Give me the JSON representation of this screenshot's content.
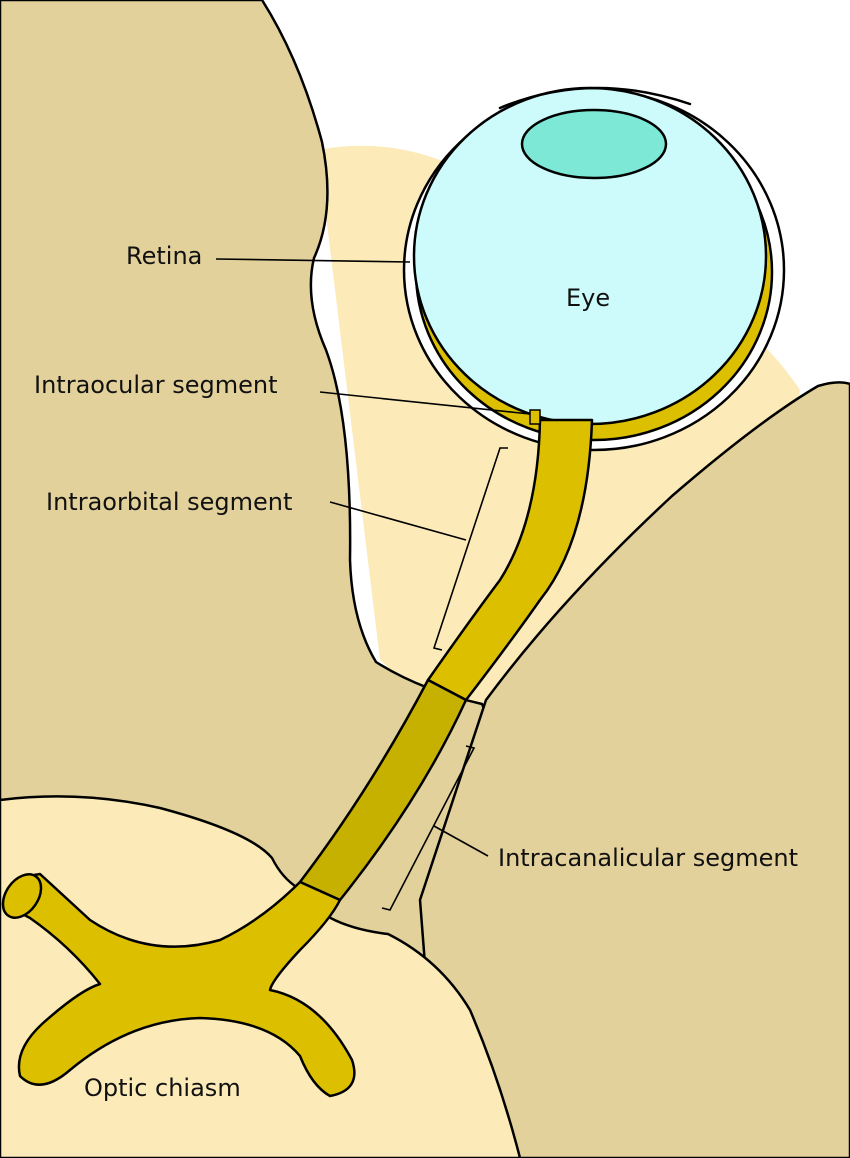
{
  "labels": {
    "retina": "Retina",
    "eye": "Eye",
    "intraocular": "Intraocular segment",
    "intraorbital": "Intraorbital segment",
    "intracanalicular": "Intracanalicular segment",
    "chiasm": "Optic chiasm"
  },
  "colors": {
    "bone": "#e2d19a",
    "soft_tissue": "#fcebb9",
    "nerve": "#dcc000",
    "nerve_canal": "#c6b000",
    "eye_fill": "#cdfbfb",
    "lens": "#7ee8d6",
    "outline": "#000000"
  }
}
